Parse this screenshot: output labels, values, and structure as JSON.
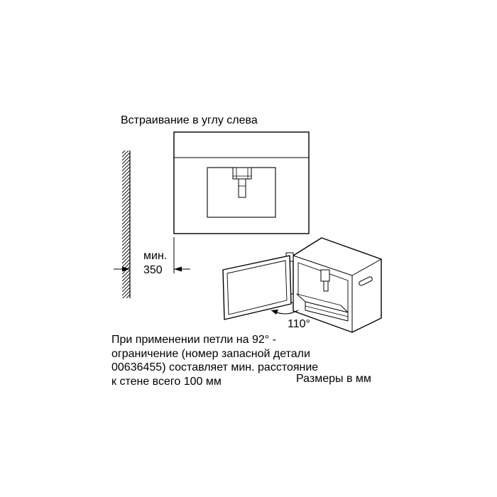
{
  "title": "Встраивание в углу слева",
  "min_distance": {
    "label": "мин.",
    "value": "350"
  },
  "hinge_angle": "110°",
  "note_lines": [
    "При применении петли на 92° -",
    "ограничение (номер запасной детали",
    "00636455) составляет мин. расстояние",
    "к стене всего 100 мм"
  ],
  "units": "Размеры в мм"
}
